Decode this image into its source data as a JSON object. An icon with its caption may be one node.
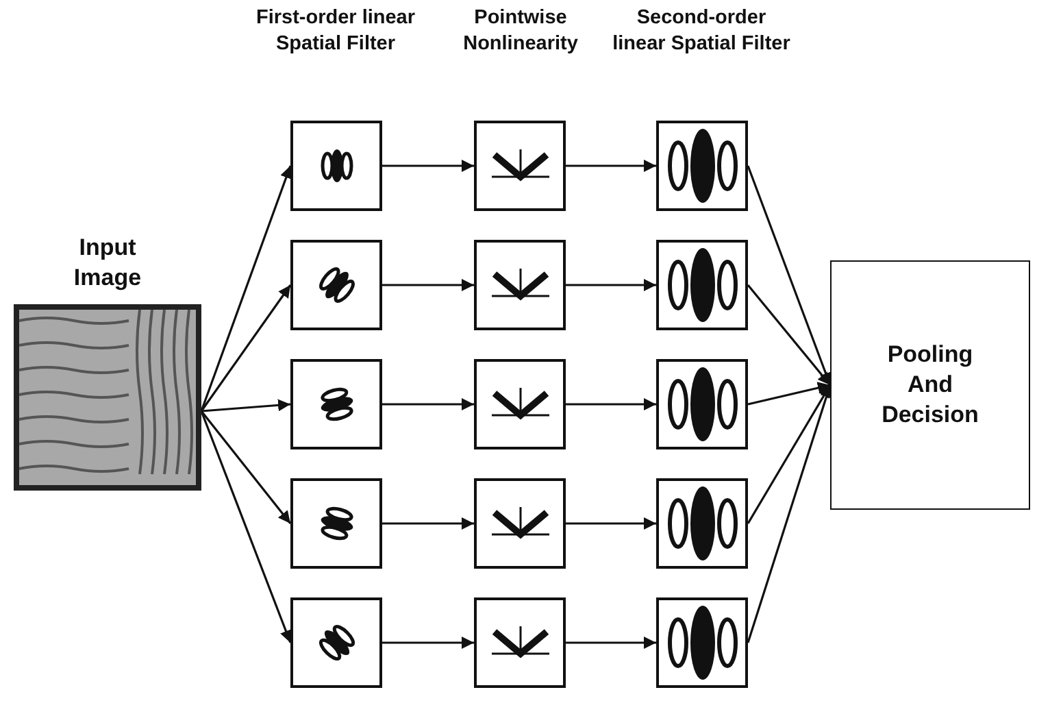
{
  "diagram": {
    "nodes": [
      {
        "text": [
          "Input Image"
        ]
      },
      {
        "text": [],
        "shape": "box"
      },
      {
        "text": [],
        "shape": "box"
      },
      {
        "text": [],
        "shape": "box"
      },
      {
        "text": [],
        "shape": "box"
      },
      {
        "text": [],
        "shape": "box"
      },
      {
        "text": [],
        "shape": "box"
      },
      {
        "text": [],
        "shape": "box"
      },
      {
        "text": [],
        "shape": "box"
      },
      {
        "text": [],
        "shape": "box"
      },
      {
        "text": [],
        "shape": "box"
      },
      {
        "text": [],
        "shape": "box"
      },
      {
        "text": [],
        "shape": "box"
      },
      {
        "text": [],
        "shape": "box"
      },
      {
        "text": [],
        "shape": "box"
      },
      {
        "text": [],
        "shape": "box"
      },
      {
        "text": [
          "Pooling And Decision"
        ]
      }
    ],
    "edges": [
      {
        "from": 0,
        "to": 1,
        "arrow": "to"
      },
      {
        "from": 0,
        "to": 2,
        "arrow": "to"
      },
      {
        "from": 0,
        "to": 3,
        "arrow": "to"
      },
      {
        "from": 0,
        "to": 4,
        "arrow": "to"
      },
      {
        "from": 0,
        "to": 5,
        "arrow": "to"
      },
      {
        "from": 1,
        "to": 6,
        "arrow": "to"
      },
      {
        "from": 2,
        "to": 7,
        "arrow": "to"
      },
      {
        "from": 3,
        "to": 8,
        "arrow": "to"
      },
      {
        "from": 4,
        "to": 9,
        "arrow": "to"
      },
      {
        "from": 5,
        "to": 10,
        "arrow": "to"
      },
      {
        "from": 6,
        "to": 11,
        "arrow": "to"
      },
      {
        "from": 7,
        "to": 12,
        "arrow": "to"
      },
      {
        "from": 8,
        "to": 13,
        "arrow": "to"
      },
      {
        "from": 9,
        "to": 14,
        "arrow": "to"
      },
      {
        "from": 10,
        "to": 15,
        "arrow": "to"
      },
      {
        "from": 11,
        "to": 16,
        "arrow": "to"
      },
      {
        "from": 12,
        "to": 16,
        "arrow": "to"
      },
      {
        "from": 13,
        "to": 16,
        "arrow": "to"
      },
      {
        "from": 14,
        "to": 16,
        "arrow": "to"
      },
      {
        "from": 15,
        "to": 16,
        "arrow": "to"
      }
    ],
    "labels": [
      "First-order linear Spatial Filter",
      "Pointwise Nonlinearity",
      "Second-order linear Spatial Filter"
    ]
  }
}
